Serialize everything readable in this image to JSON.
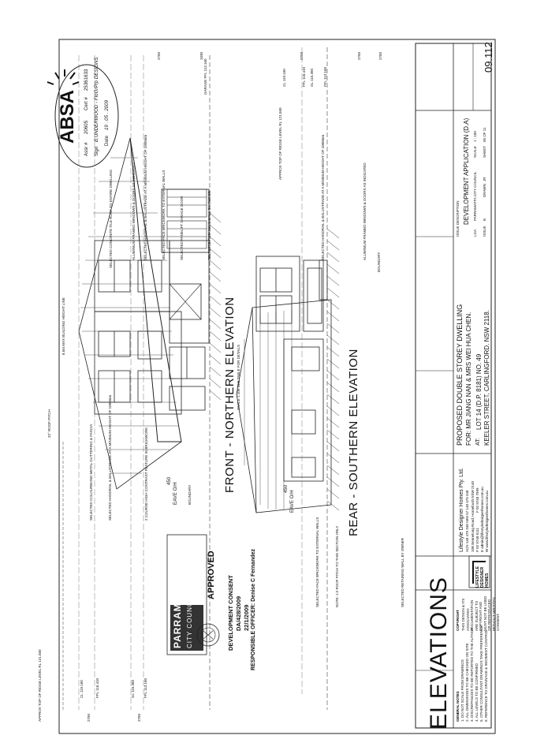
{
  "sheet": {
    "number": "09.112",
    "title_main": "ELEVATIONS",
    "front_title": "FRONT - NORTHERN ELEVATION",
    "front_subtitle": "SCALE 1:100 SEE TABLE FOR DETAILS",
    "rear_title": "REAR - SOUTHERN ELEVATION"
  },
  "stamp_council": {
    "line1": "PARRAMATTA",
    "line2": "CITY COUNCIL",
    "approved": "APPROVED",
    "consent_label": "DEVELOPMENT CONSENT",
    "da_number": "DA/428/2009",
    "date": "22/1/2009",
    "officer": "RESPONSIBLE OFFICER: Denise C Fernandez"
  },
  "stamp_absa": {
    "logo": "ABSA",
    "assr_label": "Assr #",
    "assr_value": "20605",
    "cert_label": "Cert #",
    "cert_value": "25361633",
    "sign_label": "Sign",
    "sign_value": "B.UNDERWOOD - FloOrPrp DESIGNS",
    "date_label": "Date",
    "date_value": "19 . 05 . 2009"
  },
  "title_block": {
    "company": "Lifestyle Designer Homes Pty. Ltd.",
    "company_sub": "ACN 148 479 348  ABN 57 148 479 348",
    "address": "10B Bennelong Road, Homebush NSW 2140",
    "phone": "P  02 9748 6111",
    "fax": "F  02 9748 7999",
    "email": "E  admin@lifestyledesignerhomes.com.au",
    "web": "W  www.lifestyledesignerhomes.com.au",
    "logo_text": "LIFESTYLE DESIGNER HOMES",
    "project": "PROPOSED DOUBLE STOREY DWELLING",
    "client": "FOR: MR JIANG NAN & MRS WEI HUA CHEN.",
    "at_label": "AT:",
    "lot": "LOT 14 (D.P. 8181) NO. 49",
    "street": "KEELER STREET, CARLINGFORD. NSW 2118.",
    "issue_label": "ISSUE DESCRIPTION",
    "issue": "DEVELOPMENT APPLICATION (D.A)",
    "lga_label": "LGA",
    "lga": "PARRAMATTA CITY COUNCIL",
    "scale_label": "SCALE",
    "scale": "1 : 100",
    "issue_no_label": "ISSUE",
    "issue_no": "B",
    "drawn_label": "DRAWN",
    "drawn": "JR",
    "sheet_label": "SHEET",
    "sheet": "05 OF 11",
    "general_notes_title": "GENERAL NOTES",
    "general_notes": [
      "1. DO NOT SCALE FROM DRAWINGS",
      "2. ALL DIMENSIONS TO BE CHECKED ON SITE",
      "3. DISCREPANCIES TO BE REPORTED TO THE AUTHOR",
      "4. ALL LEVELS TO BE CONFIRMED",
      "5. OTHER CONSULTANT DRAWINGS TAKE PREFERENCE",
      "6. REFERENCE TO DRAINAGE & SEDIMENT CONTROL"
    ],
    "copyright_title": "COPYRIGHT",
    "copyright": "THIS DESIGN & ITS ASSOCIATED DOCUMENTATION ARE SUBJECT TO COPYRIGHT AND MUST NOT BE USED OR REPRODUCED WITHOUT WRITTEN CONSENT"
  },
  "front_labels": [
    "SELECTED CONCRETE TILE ROOF TO ENTIRE DWELLING",
    "ALUMINIUM FRAMED WINDOWS & DOORS AS INDICATED",
    "SELECTED HANDRAIL & BALUSTRADE AT A MINIMUM HEIGHT OF 1000mm",
    "SELECTED FACE BRICKWORK TO EXTERNAL WALLS",
    "SELECTED PANELIFT GARAGE DOOR",
    "SELECTED RETAINING WALL BY OWNER",
    "SELECTED COLOURBOND METAL GUTTERING & FASCIA",
    "SELECTED HANDRAIL & BALUSTRADE AT A MINIMUM HEIGHT OF 1000mm",
    "2 COURSE HIGH CONTRAST FEATURE IN BRICKWORK",
    "22° ROOF PITCH",
    "8.5m MAX BUILDING HEIGHT LINE",
    "BOUNDARY"
  ],
  "rear_labels": [
    "SELECTED HANDRAIL & BALUSTRADE AT A MINIMUM HEIGHT OF 1000mm",
    "ALUMINIUM FRAMED WINDOWS & DOORS AS INDICATED",
    "SELECTED FACE BRICKWORK TO EXTERNAL WALLS",
    "NOTE: 1:2 ROOF PITCH TO THIS SECTION ONLY",
    "SELECTED RETAINING WALL BY OWNER",
    "BOUNDARY"
  ],
  "levels": {
    "ridge_front": "APPROX TOP OF RIDGE LEVEL RL 121.560",
    "ridge_rear": "APPROX TOP OF RIDGE LEVEL RL 121.560",
    "cl_front": "CL 119.160",
    "ffl1_front": "FFL 116.410",
    "gl_front": "GL 115.360",
    "ffl2_front": "FFL 113.160",
    "garage_ffl": "GARAGE FFL 113.160",
    "cl_left": "CL 119.160",
    "ffl_left": "FFL 116.410",
    "gl_left": "GL 115.360",
    "ffl_g_left": "FFL 113.160"
  },
  "dims": {
    "d2750a": "2750",
    "d2750b": "2750",
    "d2750c": "2750",
    "d2750d": "2750",
    "d1030": "1030",
    "d450a": "450",
    "d450b": "450",
    "eave_a": "EAVE O/H",
    "eave_b": "EAVE O/H",
    "d2750e": "2750",
    "d2750f": "2750"
  }
}
